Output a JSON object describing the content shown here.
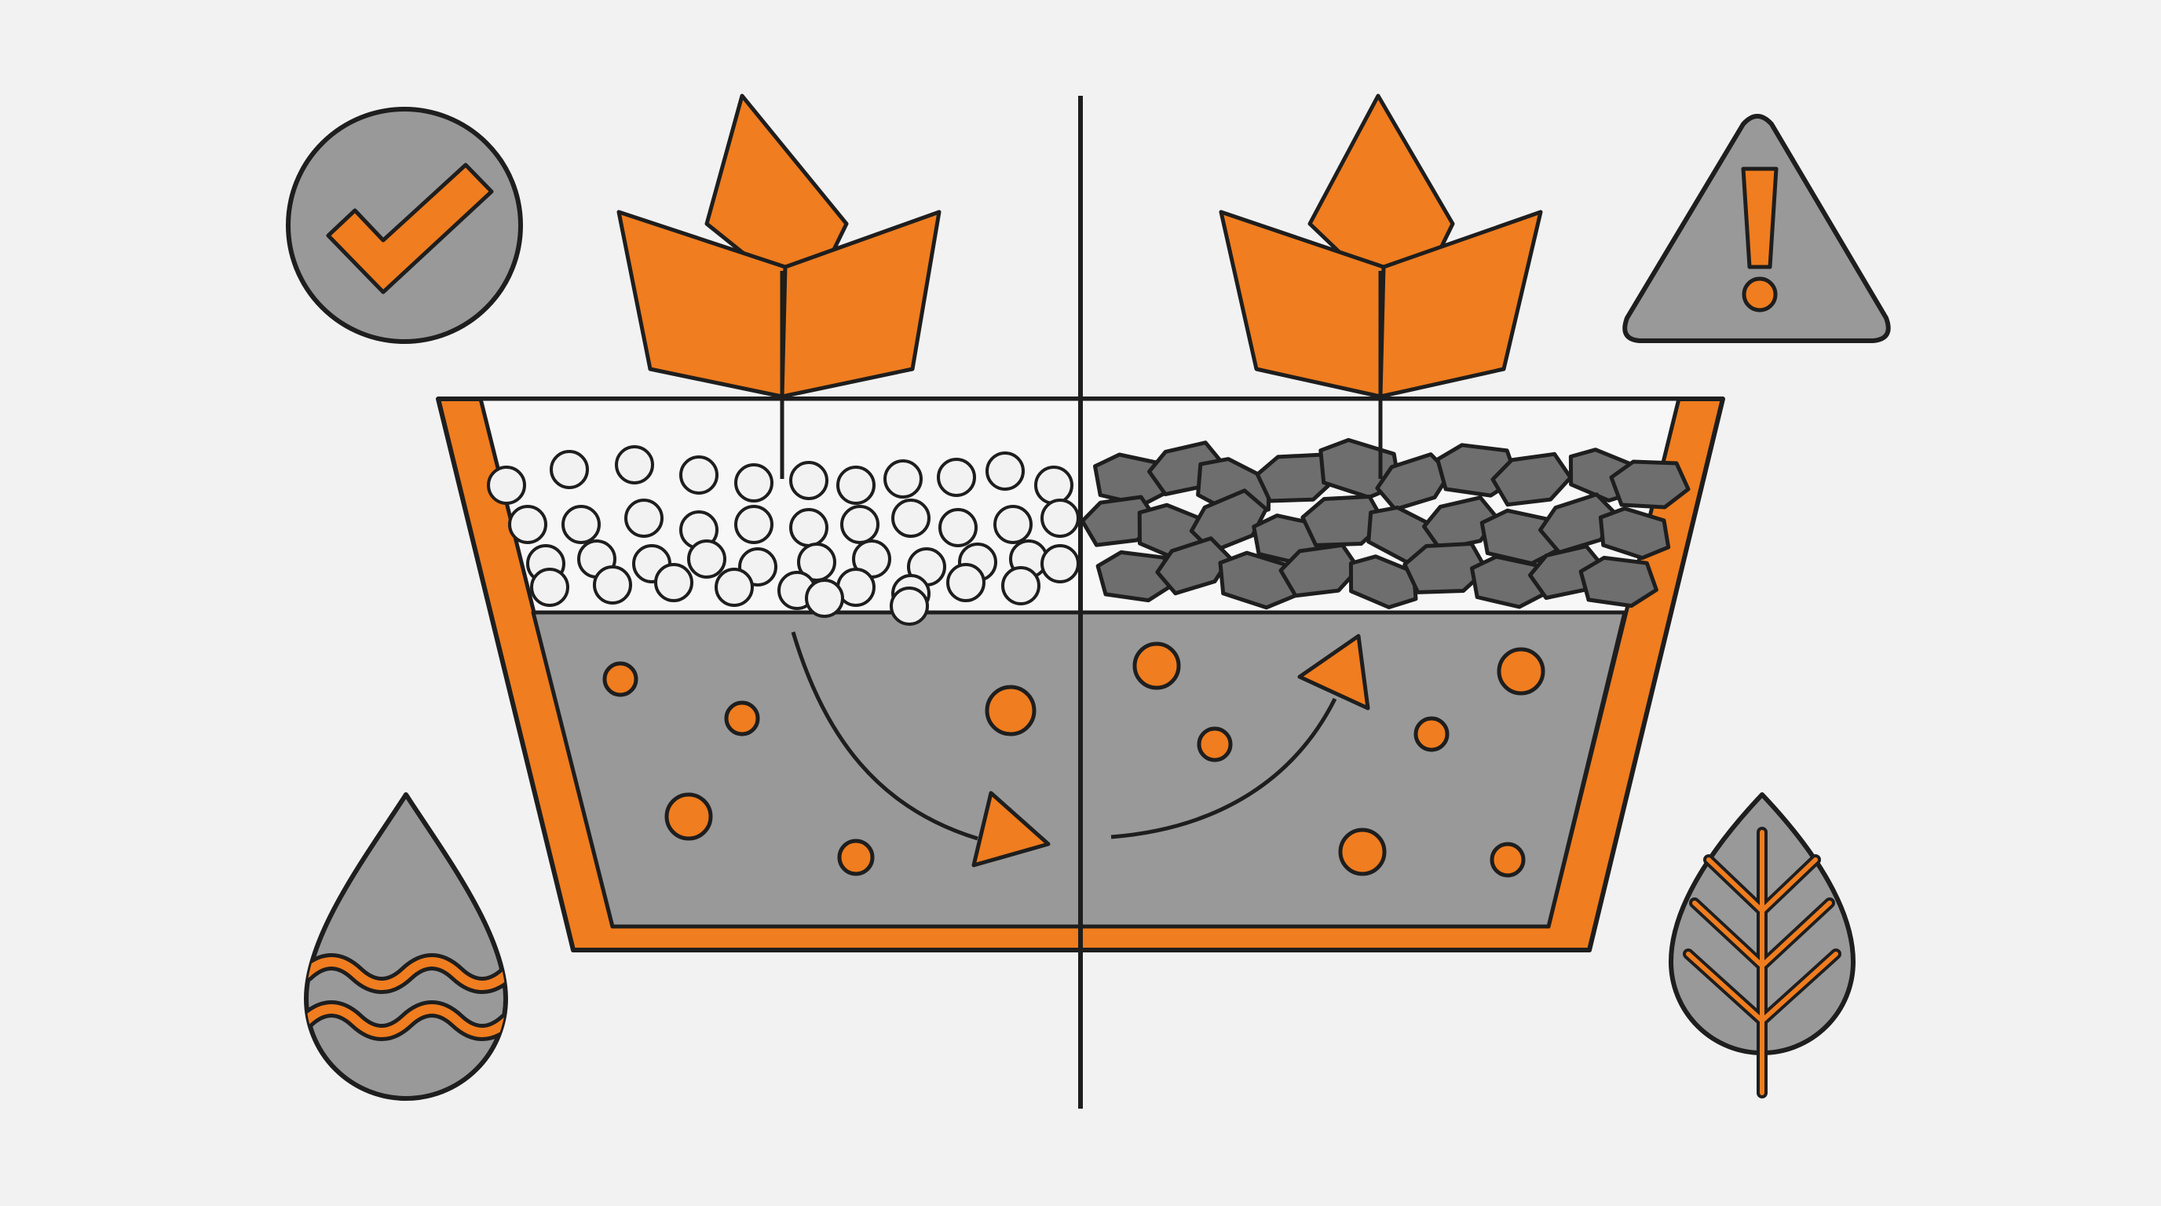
{
  "colors": {
    "background": "#f2f2f2",
    "accent_orange": "#f07d1f",
    "fill_gray": "#999999",
    "pebble_white": "#f2f2f2",
    "stone_dark": "#6e6e6e",
    "outline": "#1e1e1e"
  },
  "icons": {
    "top_left": "check-circle-icon",
    "top_right": "warning-triangle-icon",
    "bottom_left": "water-drop-icon",
    "bottom_right": "leaf-icon"
  },
  "panels": {
    "left": {
      "top_layer": "round-pebbles",
      "flow": "downward-curved-arrow"
    },
    "right": {
      "top_layer": "angular-stones",
      "flow": "upward-curved-arrow"
    }
  }
}
